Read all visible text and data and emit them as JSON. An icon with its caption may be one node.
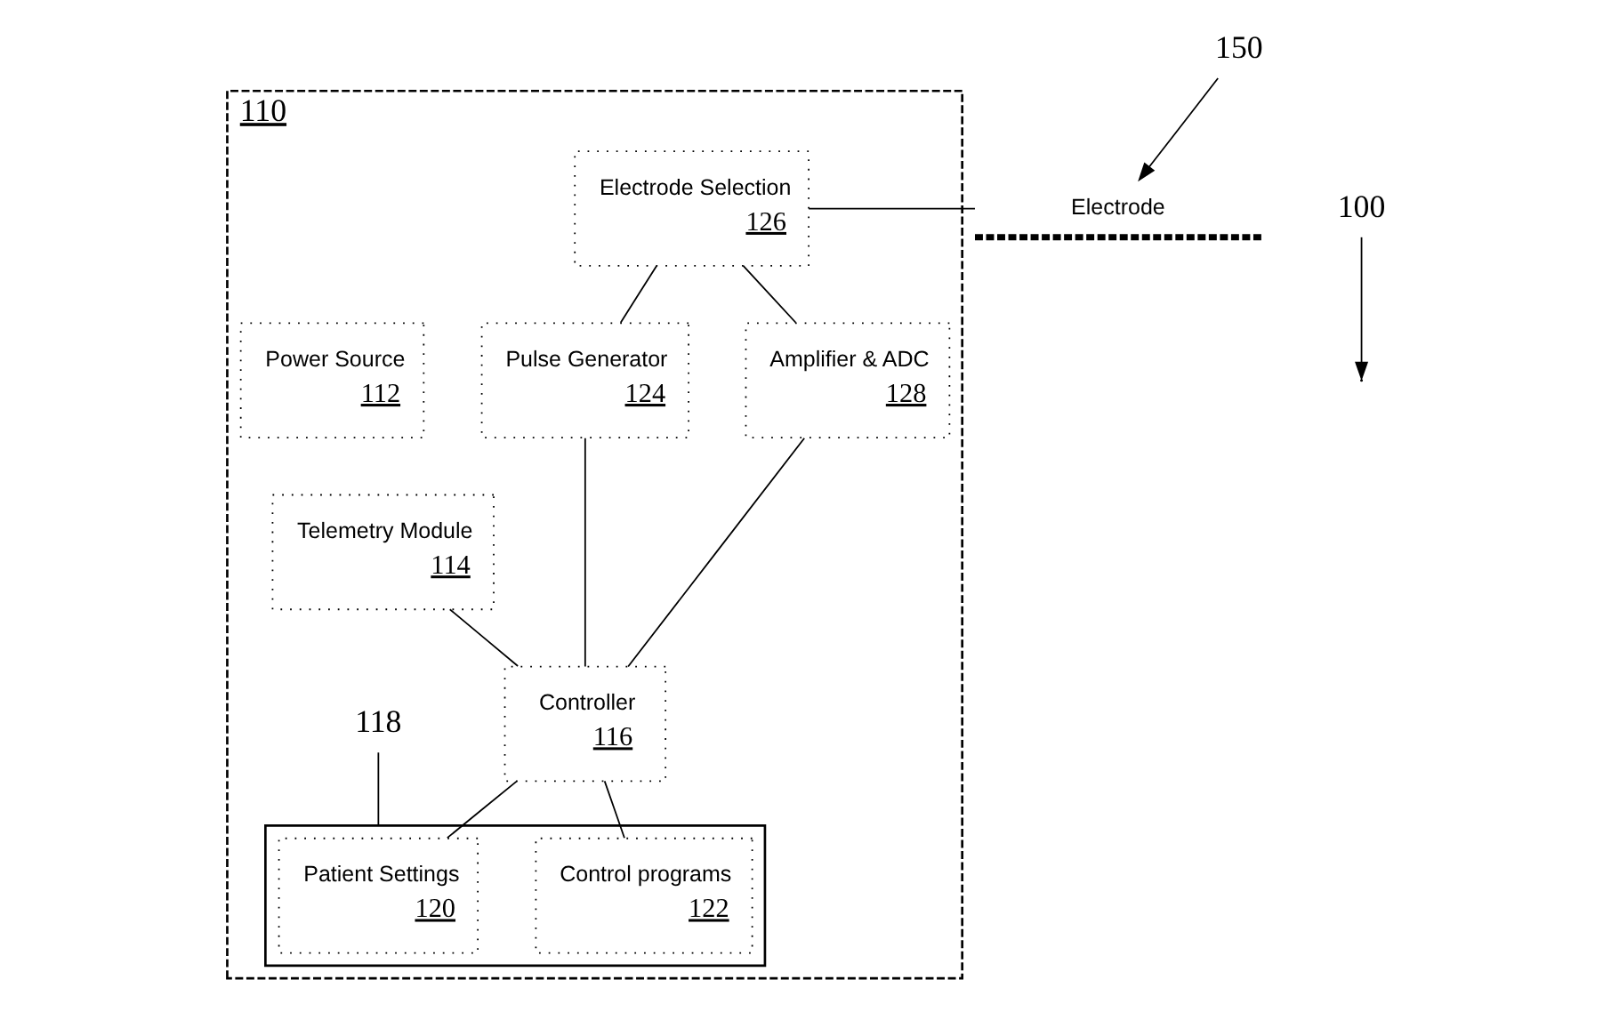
{
  "diagram": {
    "nodes": [
      {
        "text": [
          "110"
        ]
      },
      {
        "text": [
          "Electrode Selection",
          "126"
        ],
        "in": 0
      },
      {
        "text": [
          "Power Source",
          "112"
        ],
        "in": 0
      },
      {
        "text": [
          "Pulse Generator",
          "124"
        ],
        "in": 0
      },
      {
        "text": [
          "Amplifier & ADC",
          "128"
        ],
        "in": 0
      },
      {
        "text": [
          "Telemetry Module",
          "114"
        ],
        "in": 0
      },
      {
        "text": [
          "Controller",
          "116"
        ],
        "in": 0
      },
      {
        "text": [],
        "shape": "box",
        "in": 0
      },
      {
        "text": [
          "Patient Settings",
          "120"
        ],
        "in": 7
      },
      {
        "text": [
          "Control programs",
          "122"
        ],
        "in": 7
      },
      {
        "text": [
          "Electrode"
        ]
      },
      {
        "text": [
          "118"
        ],
        "in": 0
      },
      {
        "text": [
          "150"
        ]
      },
      {
        "text": [
          "100"
        ]
      }
    ],
    "edges": [
      {
        "from": 1,
        "to": 3,
        "arrow": "none"
      },
      {
        "from": 1,
        "to": 4,
        "arrow": "none"
      },
      {
        "from": 3,
        "to": 6,
        "arrow": "none"
      },
      {
        "from": 4,
        "to": 6,
        "arrow": "none"
      },
      {
        "from": 5,
        "to": 6,
        "arrow": "none"
      },
      {
        "from": 6,
        "to": 8,
        "arrow": "none"
      },
      {
        "from": 6,
        "to": 9,
        "arrow": "none"
      },
      {
        "from": 1,
        "to": 10,
        "arrow": "none"
      },
      {
        "from": 11,
        "to": 7,
        "arrow": "none"
      },
      {
        "from": 12,
        "to": 10,
        "arrow": "to"
      },
      {
        "from": 13,
        "to": null,
        "arrow": "to"
      }
    ]
  }
}
